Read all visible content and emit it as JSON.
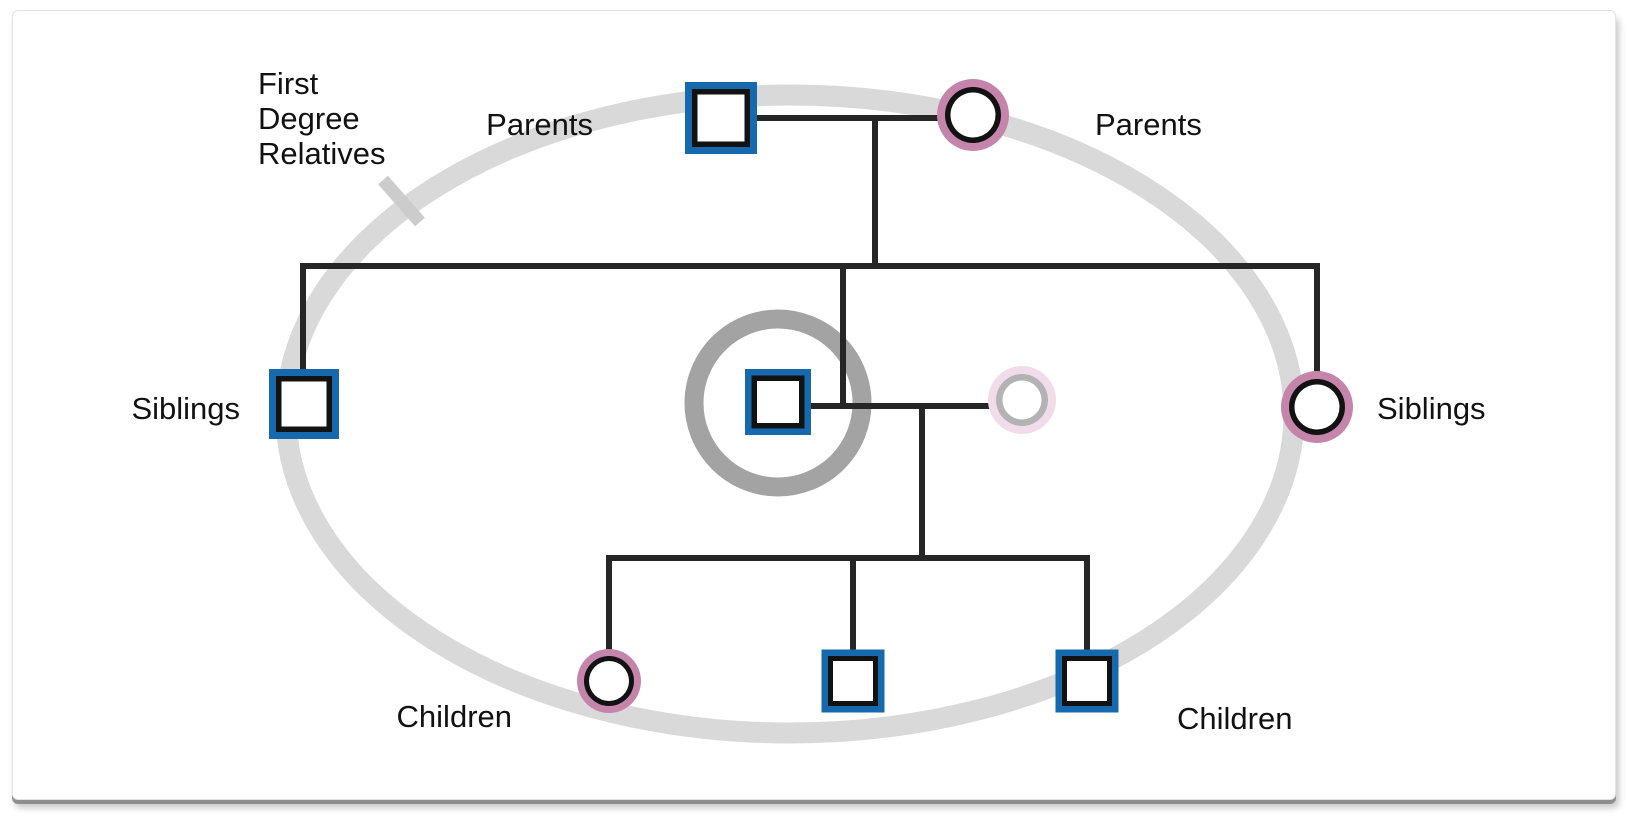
{
  "figure": {
    "title": {
      "line1": "First",
      "line2": "Degree",
      "line3": "Relatives"
    },
    "labels": {
      "parents_left": "Parents",
      "parents_right": "Parents",
      "siblings_left": "Siblings",
      "siblings_right": "Siblings",
      "children_left": "Children",
      "children_right": "Children"
    },
    "colors": {
      "male_outline": "#1669ac",
      "female_outline": "#c584aa",
      "symbol_core": "#121212",
      "symbol_fill": "#ffffff",
      "relationship_line": "#262626",
      "proband_ring": "#a3a3a3",
      "boundary_ellipse": "#d9d9d9",
      "pointer_tick": "#cccccc",
      "faded_spouse_outer": "#f0dde9",
      "faded_spouse_inner": "#b3b3b3",
      "text": "#111111"
    },
    "nodes": [
      {
        "id": "father",
        "generation": "parents",
        "sex": "male",
        "first_degree": true
      },
      {
        "id": "mother",
        "generation": "parents",
        "sex": "female",
        "first_degree": true
      },
      {
        "id": "brother",
        "generation": "siblings",
        "sex": "male",
        "first_degree": true
      },
      {
        "id": "proband",
        "generation": "siblings",
        "sex": "male",
        "first_degree": true,
        "highlighted": true
      },
      {
        "id": "spouse",
        "generation": "siblings",
        "sex": "female",
        "first_degree": false,
        "faded": true
      },
      {
        "id": "sister",
        "generation": "siblings",
        "sex": "female",
        "first_degree": true
      },
      {
        "id": "daughter",
        "generation": "children",
        "sex": "female",
        "first_degree": true
      },
      {
        "id": "son-1",
        "generation": "children",
        "sex": "male",
        "first_degree": true
      },
      {
        "id": "son-2",
        "generation": "children",
        "sex": "male",
        "first_degree": true
      }
    ]
  }
}
